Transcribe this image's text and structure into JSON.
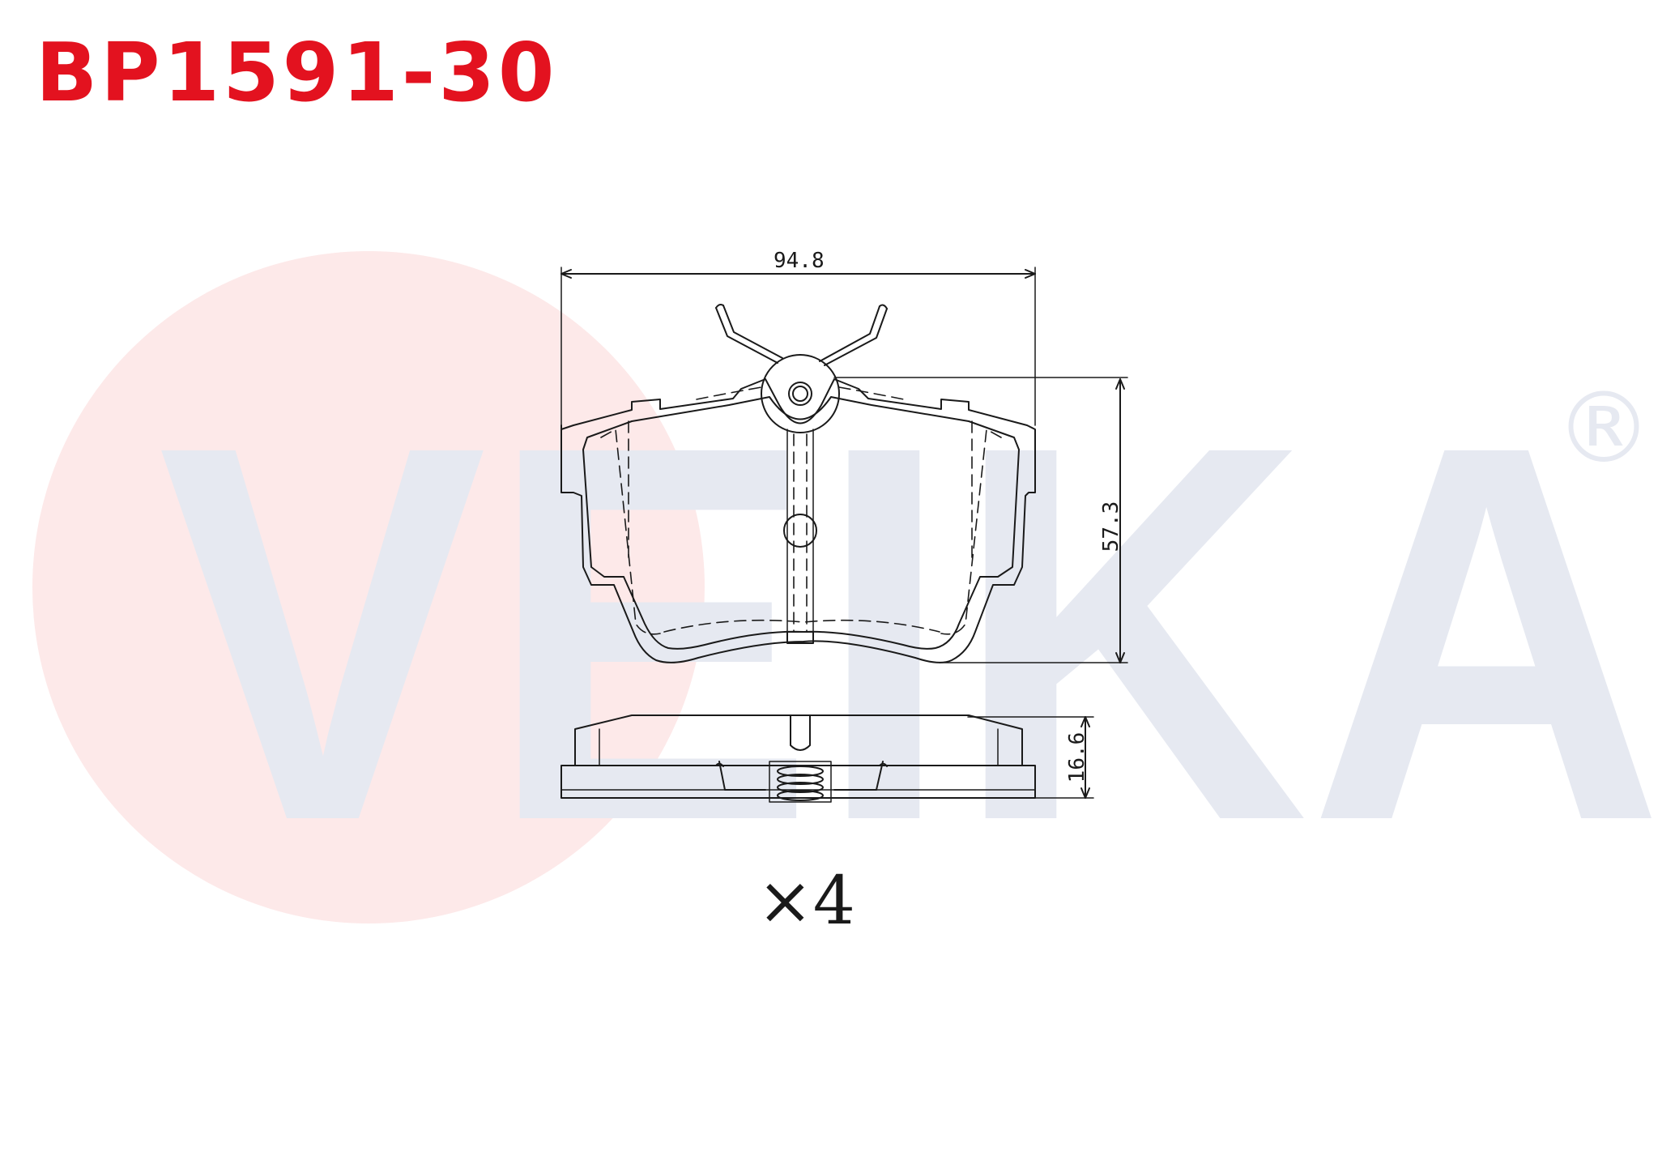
{
  "part_number": "BP1591-30",
  "brand": {
    "watermark_text": "VEIKA",
    "registered_mark": "®"
  },
  "dimensions": {
    "width_label": "94.8",
    "height_label": "57.3",
    "thickness_label": "16.6"
  },
  "quantity": {
    "label": "×4"
  },
  "colors": {
    "part_number": "#e3121f",
    "watermark_letters": "#e6e9f1",
    "watermark_circle": "#fde9e9",
    "registered_mark": "#e6e9f1",
    "drawing_lines": "#1a1a1a"
  }
}
